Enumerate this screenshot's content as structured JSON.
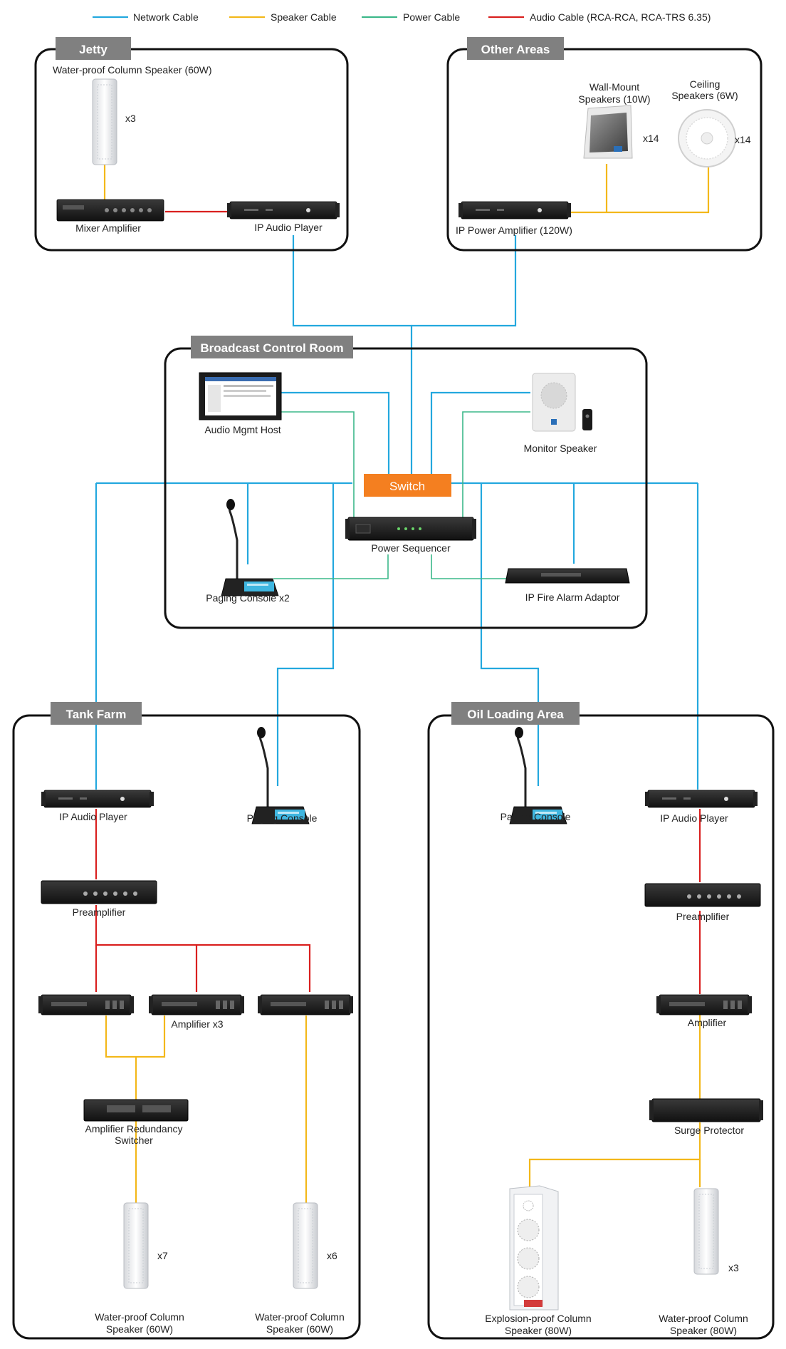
{
  "legend": {
    "network": "Network Cable",
    "speaker": "Speaker Cable",
    "power": "Power Cable",
    "audio": "Audio Cable (RCA-RCA, RCA-TRS 6.35)"
  },
  "colors": {
    "network": "#23a8de",
    "speaker": "#f3b81a",
    "power": "#3cb88a",
    "audio": "#d9201f",
    "tab": "#808080",
    "switch": "#f47f20"
  },
  "zones": {
    "jetty": {
      "title": "Jetty",
      "speaker_label": "Water-proof Column Speaker (60W)",
      "speaker_count": "x3",
      "mixer_label": "Mixer Amplifier",
      "player_label": "IP Audio Player"
    },
    "other": {
      "title": "Other Areas",
      "wall_label_1": "Wall-Mount",
      "wall_label_2": "Speakers (10W)",
      "wall_count": "x14",
      "ceiling_label_1": "Ceiling",
      "ceiling_label_2": "Speakers (6W)",
      "ceiling_count": "x14",
      "amp_label": "IP Power Amplifier (120W)"
    },
    "control": {
      "title": "Broadcast Control Room",
      "host_label": "Audio Mgmt Host",
      "monitor_label": "Monitor Speaker",
      "switch_label": "Switch",
      "sequencer_label": "Power Sequencer",
      "paging_label": "Paging Console x2",
      "fire_label": "IP Fire Alarm Adaptor"
    },
    "tank": {
      "title": "Tank Farm",
      "player_label": "IP Audio Player",
      "paging_label": "Paging Console",
      "preamp_label": "Preamplifier",
      "amp_label": "Amplifier x3",
      "switcher_label_1": "Amplifier Redundancy",
      "switcher_label_2": "Switcher",
      "speaker1_count": "x7",
      "speaker2_count": "x6",
      "speaker1_label_1": "Water-proof Column",
      "speaker1_label_2": "Speaker (60W)",
      "speaker2_label_1": "Water-proof Column",
      "speaker2_label_2": "Speaker (60W)"
    },
    "oil": {
      "title": "Oil Loading Area",
      "paging_label": "Paging Console",
      "player_label": "IP Audio Player",
      "preamp_label": "Preamplifier",
      "amp_label": "Amplifier",
      "surge_label": "Surge Protector",
      "explosion_label_1": "Explosion-proof Column",
      "explosion_label_2": "Speaker (80W)",
      "column_label_1": "Water-proof Column",
      "column_label_2": "Speaker (80W)",
      "column_count": "x3"
    }
  }
}
